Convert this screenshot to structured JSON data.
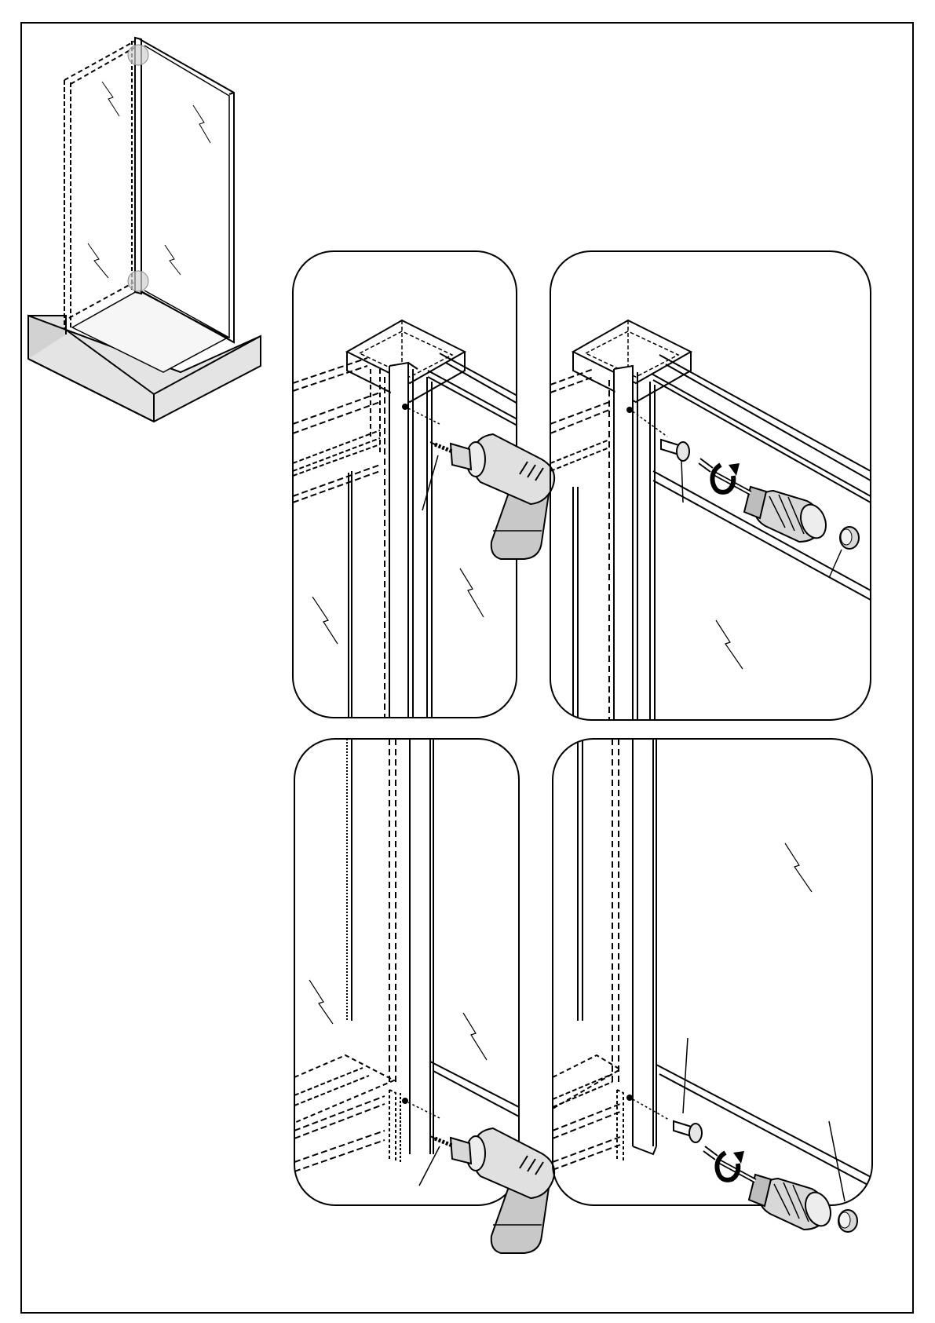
{
  "document": {
    "kind": "installation-instructions-page",
    "colors": {
      "line": "#000000",
      "tool_fill": "#dcdcdc",
      "tool_dark": "#9a9a9a",
      "tray_fill": "#e3e3e3",
      "highlight": "#d4d4d4"
    }
  },
  "overview": {
    "icon": "shower-enclosure-isometric-icon"
  },
  "panels": [
    {
      "id": "top-left",
      "icon": "drill-icon",
      "action": "drill-hole-top"
    },
    {
      "id": "top-right",
      "icon": "screwdriver-icon",
      "action": "insert-plug-and-screw-top"
    },
    {
      "id": "bottom-left",
      "icon": "drill-icon",
      "action": "drill-hole-bottom"
    },
    {
      "id": "bottom-right",
      "icon": "screwdriver-icon",
      "action": "insert-plug-and-screw-bottom"
    }
  ]
}
